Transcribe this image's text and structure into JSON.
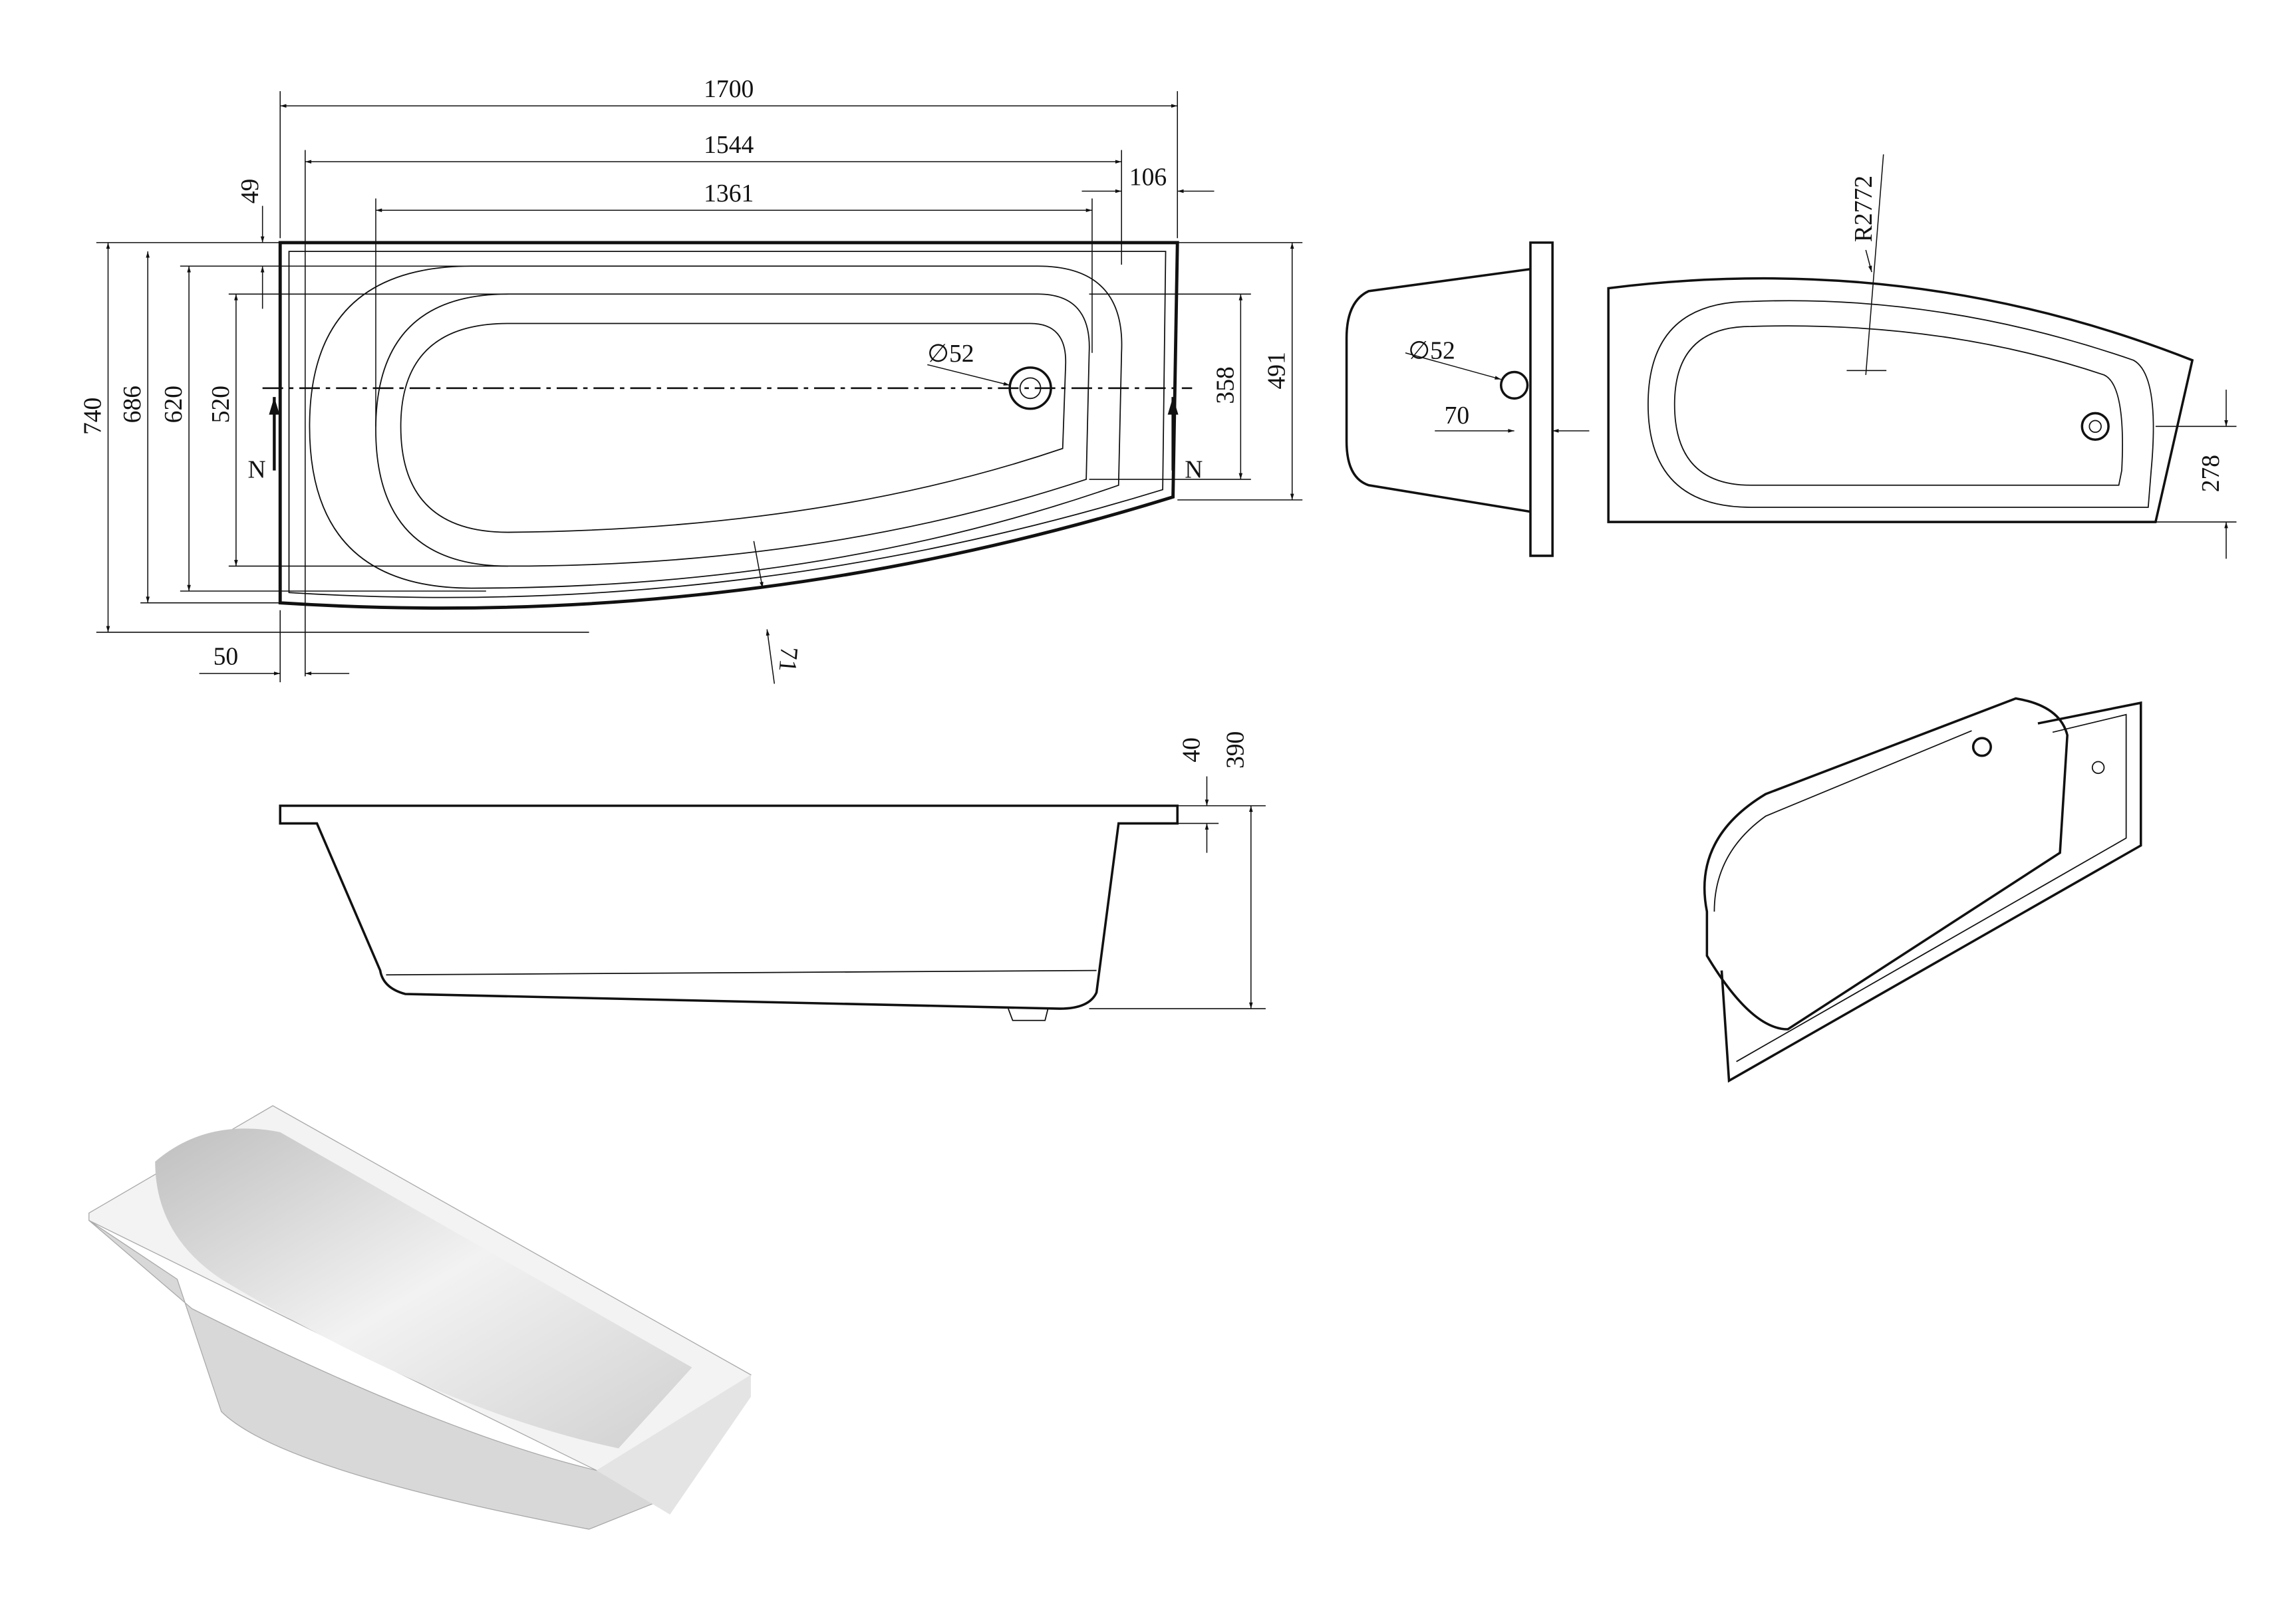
{
  "top_view": {
    "length_total": "1700",
    "length_inner": "1544",
    "length_basin": "1361",
    "right_rim": "106",
    "rim_top": "49",
    "width_total": "740",
    "width_686": "686",
    "width_620": "620",
    "width_520": "520",
    "right_358": "358",
    "right_491": "491",
    "drain_diameter": "∅52",
    "rim_curve": "71",
    "left_rim": "50",
    "section_mark_left": "N",
    "section_mark_right": "N"
  },
  "end_view": {
    "drain_diameter": "∅52",
    "drain_height": "70"
  },
  "right_view": {
    "radius": "R2772",
    "drain_offset": "278"
  },
  "side_view": {
    "rim_height": "40",
    "total_height": "390"
  }
}
